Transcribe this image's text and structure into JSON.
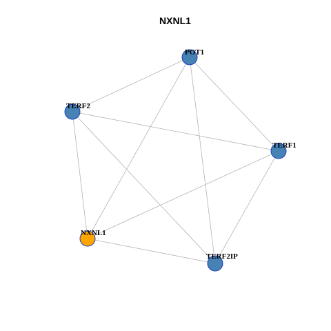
{
  "title": "NXNL1",
  "colors": {
    "query_node": "#FFA500",
    "partner_node": "#4682B4",
    "node_border": "#1F3FBF",
    "edge": "#B3B3B3"
  },
  "nodes": [
    {
      "id": "POT1",
      "label": "POT1",
      "role": "partner"
    },
    {
      "id": "TERF2",
      "label": "TERF2",
      "role": "partner"
    },
    {
      "id": "TERF1",
      "label": "TERF1",
      "role": "partner"
    },
    {
      "id": "NXNL1",
      "label": "NXNL1",
      "role": "query"
    },
    {
      "id": "TERF2IP",
      "label": "TERF2IP",
      "role": "partner"
    }
  ],
  "edges": [
    [
      "POT1",
      "TERF2"
    ],
    [
      "POT1",
      "TERF1"
    ],
    [
      "POT1",
      "NXNL1"
    ],
    [
      "POT1",
      "TERF2IP"
    ],
    [
      "TERF2",
      "TERF1"
    ],
    [
      "TERF2",
      "NXNL1"
    ],
    [
      "TERF2",
      "TERF2IP"
    ],
    [
      "TERF1",
      "NXNL1"
    ],
    [
      "TERF1",
      "TERF2IP"
    ],
    [
      "NXNL1",
      "TERF2IP"
    ]
  ]
}
